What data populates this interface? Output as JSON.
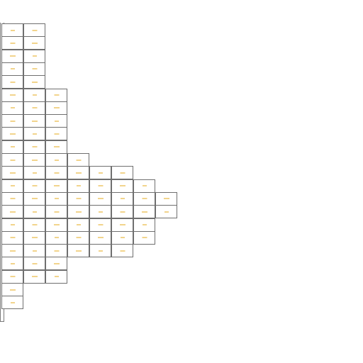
{
  "screen": {
    "title": "",
    "visible_text": []
  },
  "colors": {
    "background": "#ffffff",
    "cell_border": "#6f6f6f",
    "cell_mark": "#e3a100"
  },
  "grid": {
    "row_counts": [
      2,
      2,
      2,
      2,
      2,
      3,
      3,
      3,
      3,
      3,
      4,
      6,
      7,
      8,
      8,
      7,
      7,
      6,
      3,
      3,
      1,
      1
    ]
  }
}
